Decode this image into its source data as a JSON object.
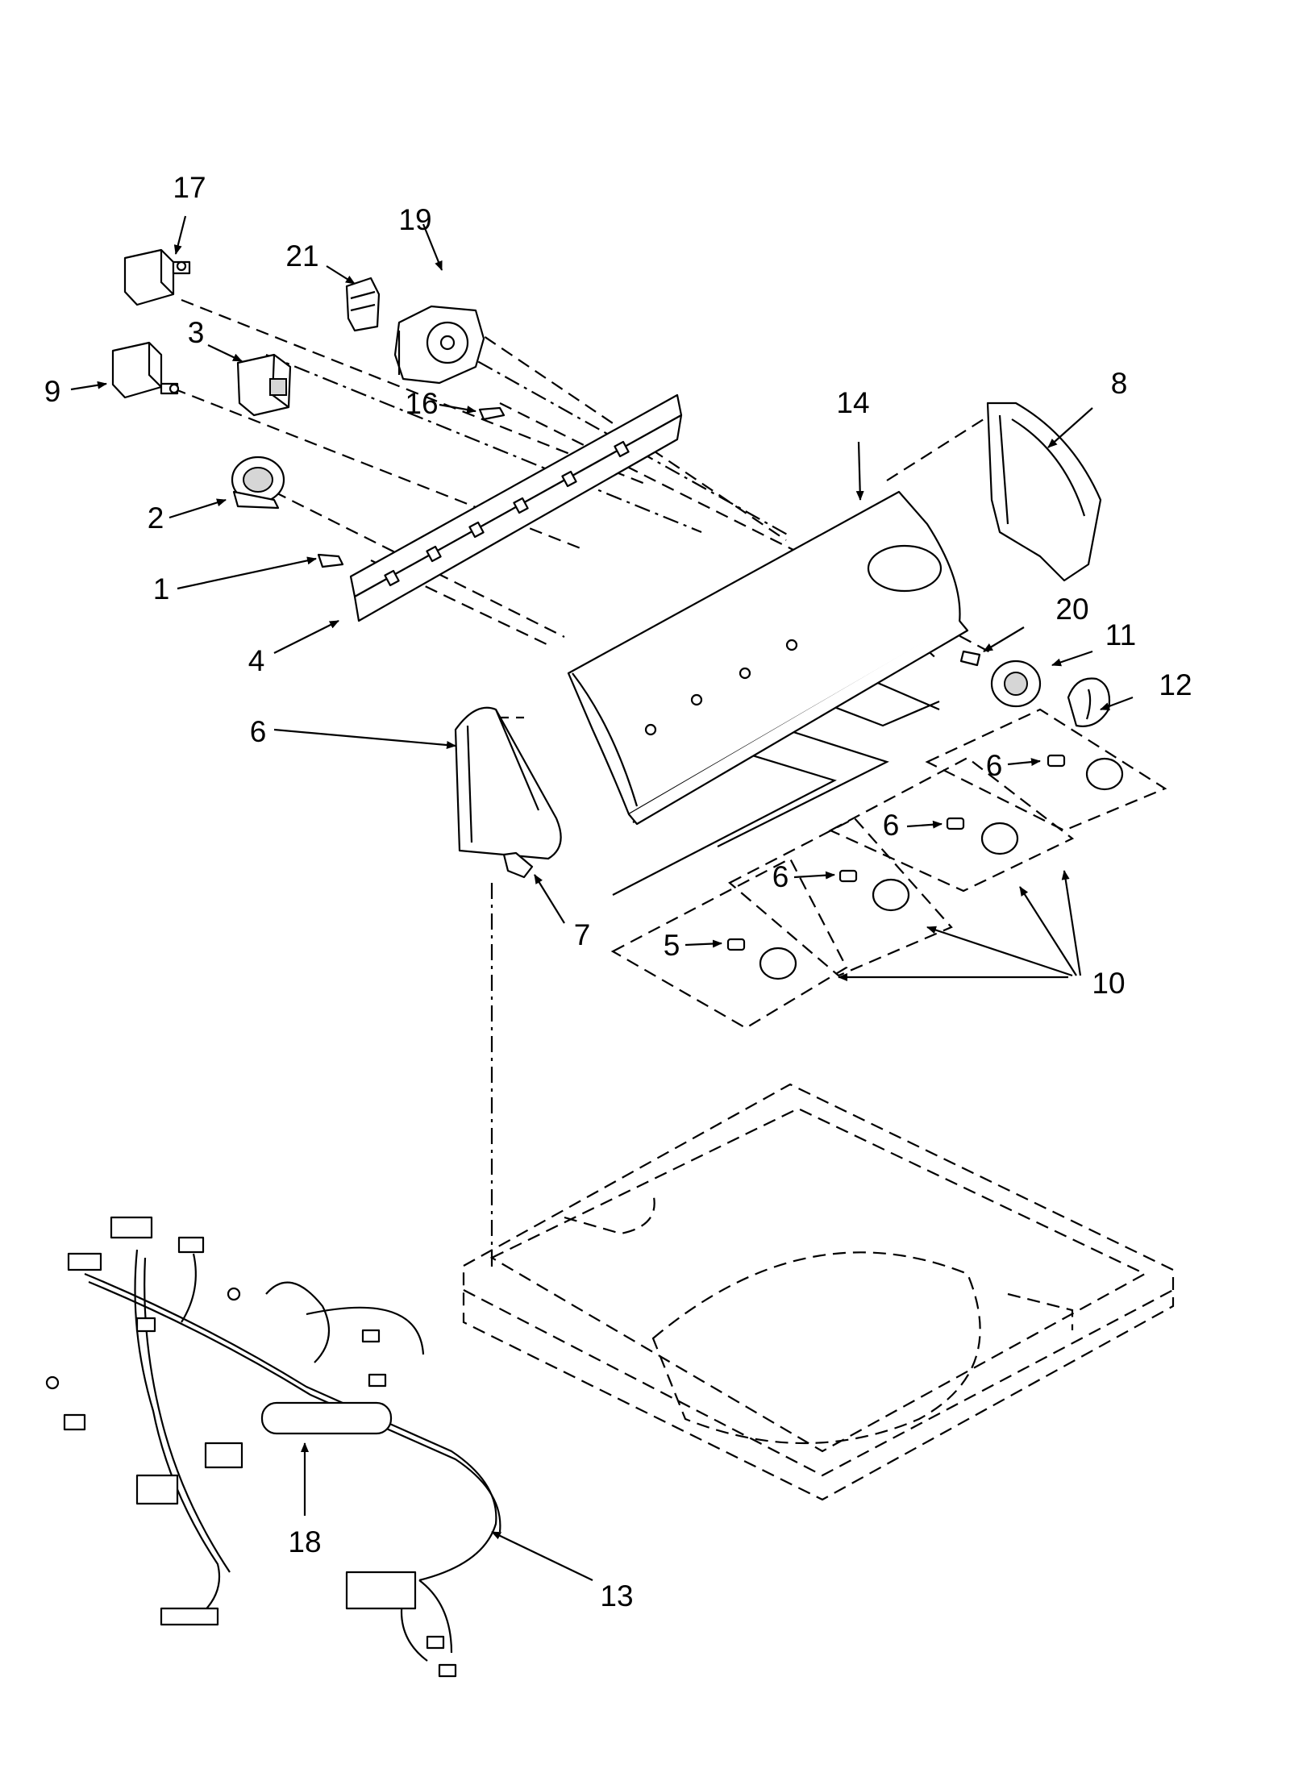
{
  "callouts": [
    {
      "id": "1",
      "text": "1"
    },
    {
      "id": "2",
      "text": "2"
    },
    {
      "id": "3",
      "text": "3"
    },
    {
      "id": "4",
      "text": "4"
    },
    {
      "id": "5",
      "text": "5"
    },
    {
      "id": "6a",
      "text": "6"
    },
    {
      "id": "6b",
      "text": "6"
    },
    {
      "id": "6c",
      "text": "6"
    },
    {
      "id": "6d",
      "text": "6"
    },
    {
      "id": "7",
      "text": "7"
    },
    {
      "id": "8",
      "text": "8"
    },
    {
      "id": "9",
      "text": "9"
    },
    {
      "id": "10",
      "text": "10"
    },
    {
      "id": "11",
      "text": "11"
    },
    {
      "id": "12",
      "text": "12"
    },
    {
      "id": "13",
      "text": "13"
    },
    {
      "id": "14",
      "text": "14"
    },
    {
      "id": "16",
      "text": "16"
    },
    {
      "id": "17",
      "text": "17"
    },
    {
      "id": "18",
      "text": "18"
    },
    {
      "id": "19",
      "text": "19"
    },
    {
      "id": "20",
      "text": "20"
    },
    {
      "id": "21",
      "text": "21"
    }
  ]
}
